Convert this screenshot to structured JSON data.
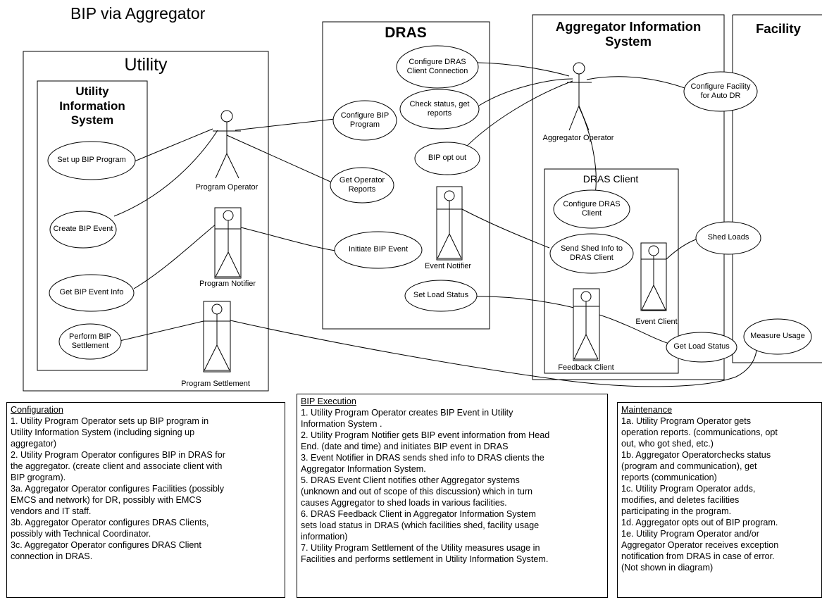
{
  "title": "BIP via Aggregator",
  "containers": {
    "utility": "Utility",
    "utility_info_system": [
      "Utility",
      "Information",
      "System"
    ],
    "dras": "DRAS",
    "aggregator_info_system": [
      "Aggregator Information",
      "System"
    ],
    "facility": "Facility",
    "dras_client": "DRAS Client"
  },
  "actors": {
    "program_operator": "Program Operator",
    "program_notifier": "Program Notifier",
    "program_settlement": "Program Settlement",
    "event_notifier": "Event Notifier",
    "aggregator_operator": "Aggregator Operator",
    "event_client": "Event Client",
    "feedback_client": "Feedback Client"
  },
  "use_cases": {
    "set_up_bip_program": [
      "Set up BIP Program"
    ],
    "create_bip_event": [
      "Create BIP Event"
    ],
    "get_bip_event_info": [
      "Get BIP Event Info"
    ],
    "perform_bip_settlement": [
      "Perform BIP",
      "Settlement"
    ],
    "configure_dras_client_connection": [
      "Configure DRAS",
      "Client Connection"
    ],
    "check_status": [
      "Check status, get",
      "reports"
    ],
    "configure_bip_program": [
      "Configure BIP",
      "Program"
    ],
    "bip_opt_out": [
      "BIP opt out"
    ],
    "get_operator_reports": [
      "Get Operator",
      "Reports"
    ],
    "initiate_bip_event": [
      "Initiate BIP Event"
    ],
    "set_load_status": [
      "Set Load Status"
    ],
    "configure_dras_client": [
      "Configure DRAS",
      "Client"
    ],
    "send_shed_info": [
      "Send Shed Info to",
      "DRAS Client"
    ],
    "get_load_status": [
      "Get Load Status"
    ],
    "configure_facility": [
      "Configure Facility",
      "for Auto DR"
    ],
    "shed_loads": [
      "Shed Loads"
    ],
    "measure_usage": [
      "Measure Usage"
    ]
  },
  "notes": {
    "configuration": {
      "heading": "Configuration",
      "lines": [
        "1. Utility Program Operator sets up BIP program in",
        "Utility Information System (including signing up",
        "aggregator)",
        "2. Utility Program Operator configures BIP in DRAS for",
        "the aggregator. (create client and associate client with",
        "BIP grogram).",
        "3a. Aggregator Operator configures Facilities (possibly",
        "EMCS and network) for DR, possibly with EMCS",
        "vendors and IT staff.",
        "3b. Aggregator Operator configures DRAS Clients,",
        "possibly with Technical Coordinator.",
        "3c. Aggregator Operator configures DRAS Client",
        "connection in DRAS."
      ]
    },
    "bip_execution": {
      "heading": "BIP Execution",
      "lines": [
        "1. Utility Program Operator creates BIP Event in Utility",
        "Information System .",
        "2. Utility Program Notifier gets BIP event information from Head",
        "End. (date and time) and initiates BIP event in DRAS",
        "3. Event Notifier in DRAS sends shed info to DRAS clients the",
        "Aggregator Information System.",
        "5. DRAS Event Client notifies other Aggregator systems",
        "(unknown and out of scope of this discussion) which in turn",
        "causes Aggregator to shed loads in various facilities.",
        "6. DRAS Feedback Client in Aggregator Information System",
        "sets load status in DRAS (which facilities shed, facility usage",
        "information)",
        "7. Utility Program Settlement of the Utility measures usage in",
        "Facilities and performs settlement in Utility Information System."
      ]
    },
    "maintenance": {
      "heading": "Maintenance",
      "lines": [
        "1a. Utility Program Operator gets",
        "operation reports. (communications, opt",
        "out, who got shed, etc.)",
        "1b. Aggregator Operatorchecks status",
        "(program and communication), get",
        "reports (communication)",
        "1c. Utility Program Operator adds,",
        "modifies, and deletes facilities",
        "participating in the program.",
        "1d. Aggregator  opts out of BIP program.",
        "1e. Utility Program Operator and/or",
        "Aggregator Operator receives exception",
        "notification from DRAS in case of error.",
        "(Not shown in diagram)"
      ]
    }
  }
}
